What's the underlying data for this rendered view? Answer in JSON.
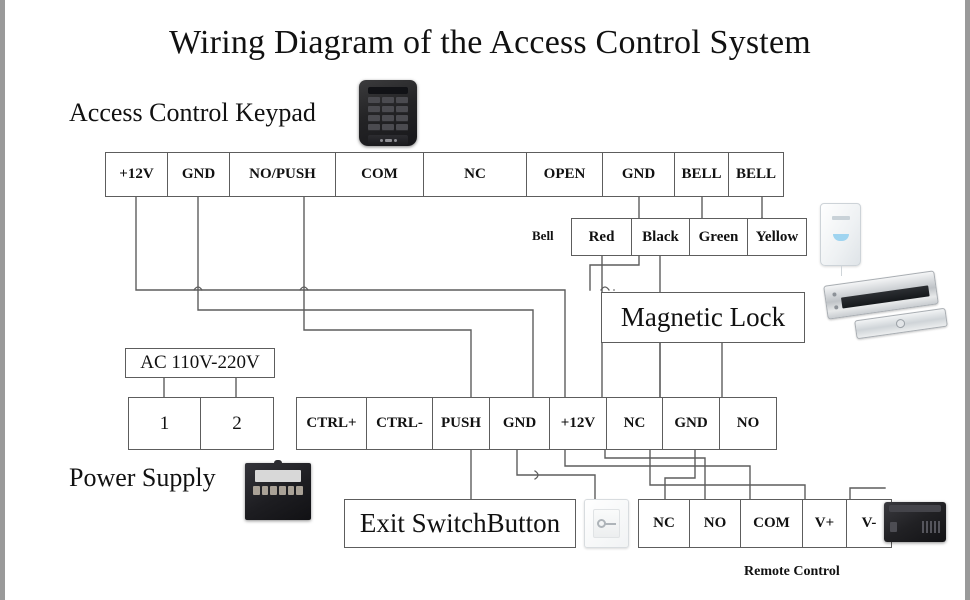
{
  "title": "Wiring Diagram of the Access Control System",
  "headings": {
    "keypad": "Access Control Keypad",
    "power_supply": "Power Supply",
    "magnetic_lock": "Magnetic Lock",
    "exit_switch": "Exit SwitchButton",
    "ac_input": "AC 110V-220V"
  },
  "labels": {
    "bell": "Bell",
    "remote_control": "Remote Control"
  },
  "keypad_terminals": [
    {
      "label": "+12V"
    },
    {
      "label": "GND"
    },
    {
      "label": "NO/PUSH"
    },
    {
      "label": "COM"
    },
    {
      "label": "NC"
    },
    {
      "label": "OPEN"
    },
    {
      "label": "GND"
    },
    {
      "label": "BELL"
    },
    {
      "label": "BELL"
    }
  ],
  "bell_terminals": [
    {
      "label": "Red"
    },
    {
      "label": "Black"
    },
    {
      "label": "Green"
    },
    {
      "label": "Yellow"
    }
  ],
  "ac_terminals": [
    {
      "label": "1"
    },
    {
      "label": "2"
    }
  ],
  "controller_terminals": [
    {
      "label": "CTRL+"
    },
    {
      "label": "CTRL-"
    },
    {
      "label": "PUSH"
    },
    {
      "label": "GND"
    },
    {
      "label": "+12V"
    },
    {
      "label": "NC"
    },
    {
      "label": "GND"
    },
    {
      "label": "NO"
    }
  ],
  "remote_terminals": [
    {
      "label": "NC"
    },
    {
      "label": "NO"
    },
    {
      "label": "COM"
    },
    {
      "label": "V+"
    },
    {
      "label": "V-"
    }
  ],
  "devices": {
    "keypad": "access-control-keypad-device",
    "power_supply": "power-supply-device",
    "bell_unit": "bell-unit-device",
    "magnetic_lock": "magnetic-lock-device",
    "exit_switch_plate": "exit-switch-plate-device",
    "remote_receiver": "remote-receiver-device"
  },
  "colors": {
    "wire": "#5d5d5d",
    "box_border": "#5d5d5d",
    "text": "#111111",
    "frame": "#9a9a9a",
    "background": "#ffffff"
  }
}
